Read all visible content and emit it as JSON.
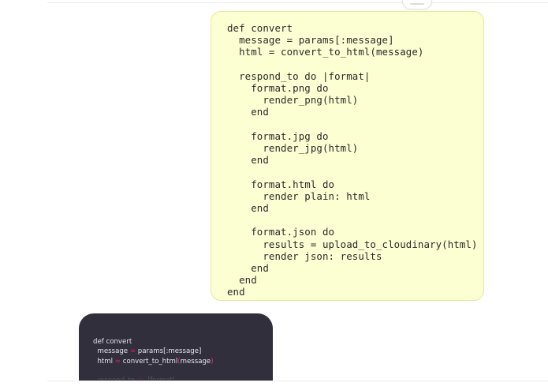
{
  "page": {
    "background_color": "#ffffff",
    "divider_color": "#ececec"
  },
  "top_pill": {
    "name": "collapsed-toolbar-pill",
    "label": ""
  },
  "light_code_card": {
    "background_color": "#fbffd1",
    "border_color": "#e7ea9c",
    "text_color": "#2b2b2b",
    "language": "ruby",
    "code": "def convert\n  message = params[:message]\n  html = convert_to_html(message)\n\n  respond_to do |format|\n    format.png do\n      render_png(html)\n    end\n\n    format.jpg do\n      render_jpg(html)\n    end\n\n    format.html do\n      render plain: html\n    end\n\n    format.json do\n      results = upload_to_cloudinary(html)\n      render json: results\n    end\n  end\nend",
    "lines": [
      "def convert",
      "  message = params[:message]",
      "  html = convert_to_html(message)",
      "",
      "  respond_to do |format|",
      "    format.png do",
      "      render_png(html)",
      "    end",
      "",
      "    format.jpg do",
      "      render_jpg(html)",
      "    end",
      "",
      "    format.html do",
      "      render plain: html",
      "    end",
      "",
      "    format.json do",
      "      results = upload_to_cloudinary(html)",
      "      render json: results",
      "    end",
      "  end",
      "end"
    ]
  },
  "dark_code_card": {
    "background_color": "#322f3d",
    "text_color": "#e6e3ef",
    "operator_color": "#e8185f",
    "punctuation_color": "#d6336c",
    "clipped": true,
    "language": "ruby",
    "lines": [
      {
        "parts": [
          {
            "text": "def convert",
            "cls": "kw"
          }
        ]
      },
      {
        "parts": [
          {
            "text": "  message ",
            "cls": "kw"
          },
          {
            "text": "=",
            "cls": "op"
          },
          {
            "text": " params[:message]",
            "cls": "kw"
          }
        ]
      },
      {
        "parts": [
          {
            "text": "  html ",
            "cls": "kw"
          },
          {
            "text": "=",
            "cls": "op"
          },
          {
            "text": " convert_to_html",
            "cls": "kw"
          },
          {
            "text": "(",
            "cls": "pn"
          },
          {
            "text": "message",
            "cls": "kw"
          },
          {
            "text": ")",
            "cls": "pn"
          }
        ]
      },
      {
        "parts": [
          {
            "text": "",
            "cls": "kw"
          }
        ]
      },
      {
        "parts": [
          {
            "text": "  respond_to ",
            "cls": "kw"
          },
          {
            "text": "do",
            "cls": "op"
          },
          {
            "text": " |format|",
            "cls": "kw"
          }
        ]
      }
    ]
  }
}
